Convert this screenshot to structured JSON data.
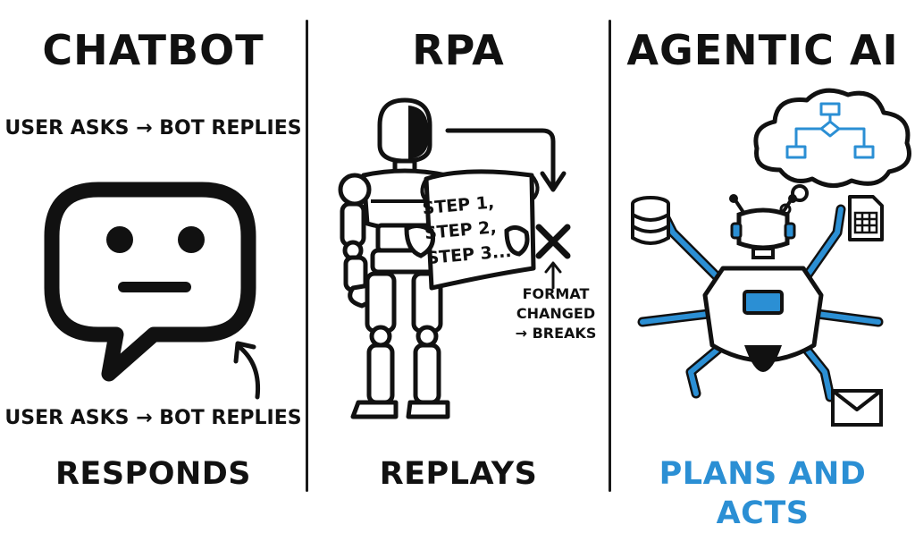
{
  "chatbot": {
    "title": "CHATBOT",
    "caption_top": "USER ASKS → BOT REPLIES",
    "caption_bottom": "USER ASKS → BOT REPLIES",
    "footer": "RESPONDS"
  },
  "rpa": {
    "title": "RPA",
    "script_lines": [
      "STEP 1,",
      "STEP 2,",
      "STEP 3..."
    ],
    "note_lines": [
      "FORMAT",
      "CHANGED",
      "→ BREAKS"
    ],
    "footer": "REPLAYS"
  },
  "agentic": {
    "title": "AGENTIC AI",
    "footer": "PLANS AND ACTS"
  },
  "icons": [
    "chat-bubble-icon",
    "robot-icon",
    "script-scroll-icon",
    "broken-x-icon",
    "thought-cloud-icon",
    "flowchart-icon",
    "database-icon",
    "spreadsheet-icon",
    "envelope-icon",
    "agent-robot-icon"
  ],
  "colors": {
    "ink": "#111111",
    "accent": "#2b8fd4"
  }
}
